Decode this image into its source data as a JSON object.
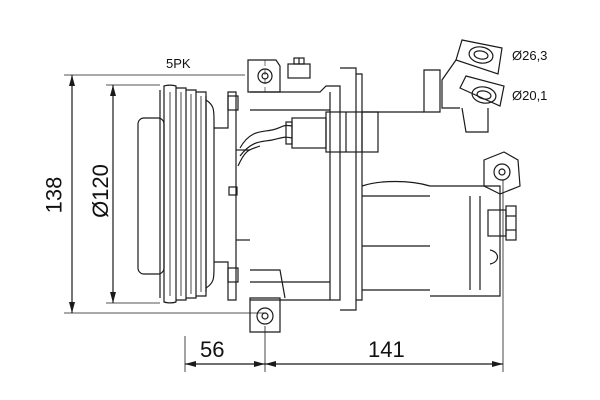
{
  "diagram": {
    "belt_profile": "5PK",
    "port_diameter_large": "Ø26,3",
    "port_diameter_small": "Ø20,1",
    "overall_height": "138",
    "pulley_diameter": "Ø120",
    "dim_pulley_offset": "56",
    "dim_mount_span": "141"
  },
  "colors": {
    "line": "#1a1a1a",
    "background": "#ffffff"
  }
}
